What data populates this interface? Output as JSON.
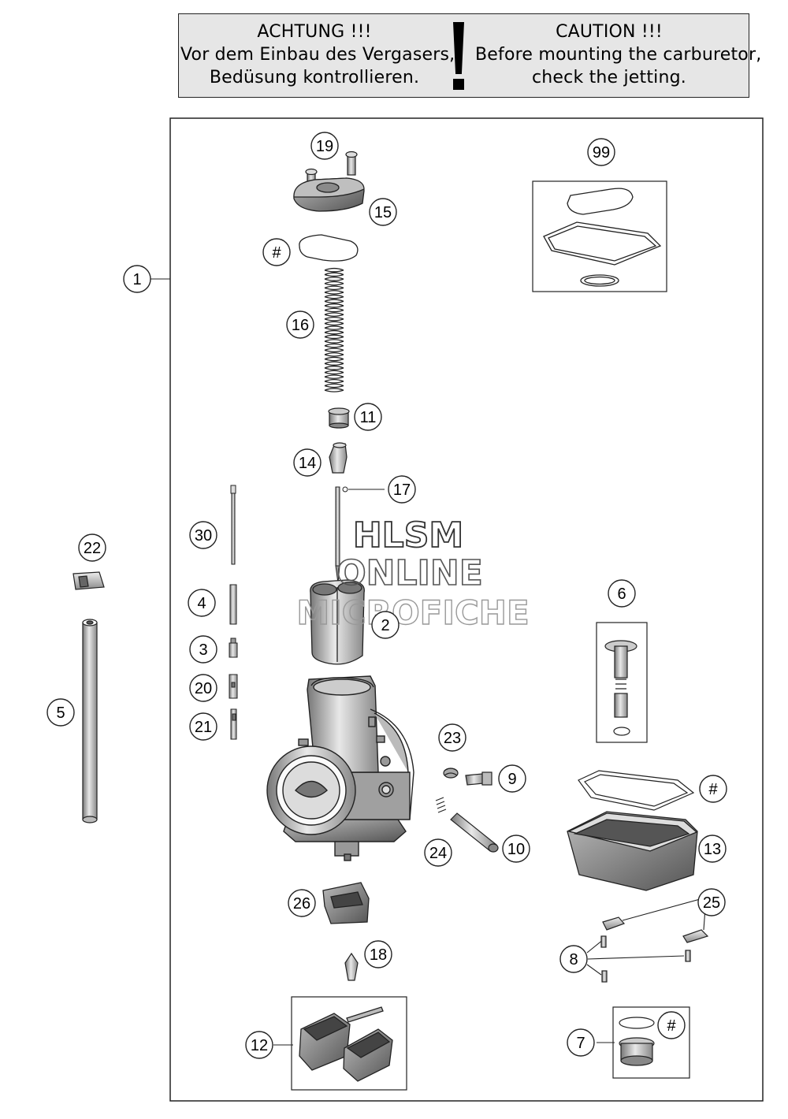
{
  "warning": {
    "de": [
      "ACHTUNG !!!",
      "Vor dem Einbau des Vergasers,",
      "Bedüsung kontrollieren."
    ],
    "en": [
      "CAUTION !!!",
      "Before mounting the carburetor,",
      "check the jetting."
    ]
  },
  "watermark": [
    "HLSM",
    "ONLINE",
    "MICROFICHE"
  ],
  "callouts": {
    "c19": "19",
    "c15": "15",
    "chash1": "#",
    "c99": "99",
    "c1": "1",
    "c16": "16",
    "c11": "11",
    "c14": "14",
    "c17": "17",
    "c30": "30",
    "c22": "22",
    "c4": "4",
    "c2": "2",
    "c6": "6",
    "c3": "3",
    "c20": "20",
    "c5": "5",
    "c21": "21",
    "c23": "23",
    "c9": "9",
    "chash2": "#",
    "c24": "24",
    "c10": "10",
    "c13": "13",
    "c26": "26",
    "c25": "25",
    "c18": "18",
    "c8": "8",
    "c12": "12",
    "c7": "7",
    "chash3": "#"
  }
}
